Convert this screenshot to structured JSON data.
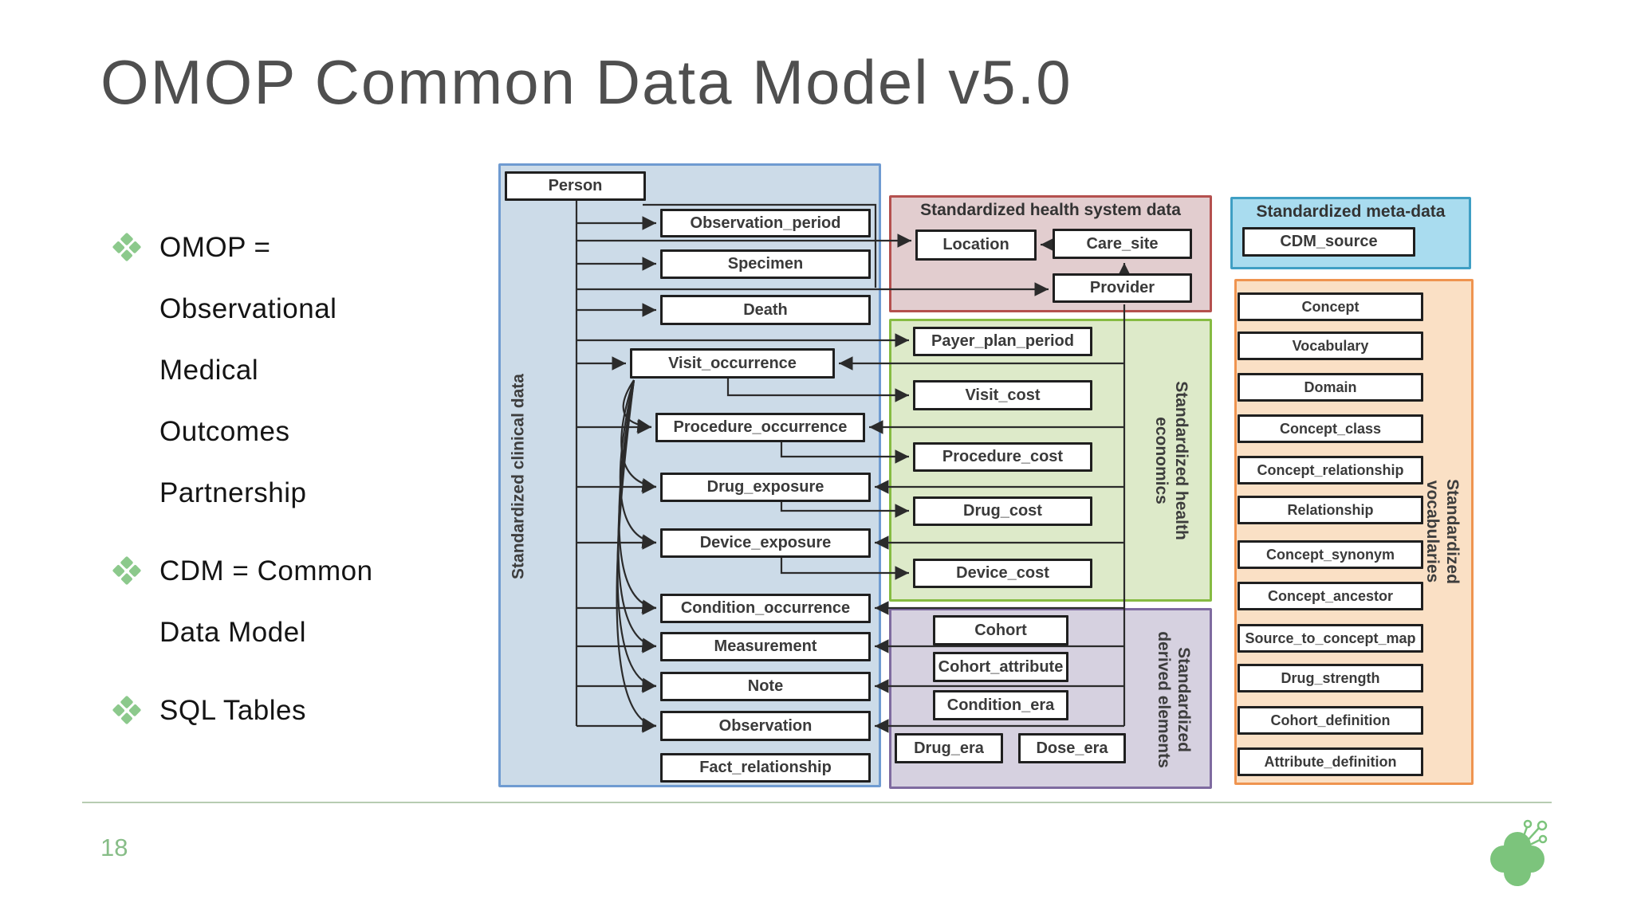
{
  "slide": {
    "title": "OMOP Common Data Model v5.0",
    "page_number": "18",
    "bullets": [
      {
        "lines": [
          "OMOP =",
          "Observational",
          "Medical",
          "Outcomes",
          "Partnership"
        ]
      },
      {
        "lines": [
          "CDM = Common",
          "Data Model"
        ]
      },
      {
        "lines": [
          "SQL Tables"
        ]
      }
    ],
    "accent_green": "#8cc98c",
    "separator_color": "#b7ccb2",
    "logo": "green-clover-network-logo"
  },
  "diagram": {
    "line_color": "#2b2b2b",
    "panels": [
      {
        "id": "clinical",
        "title": "Standardized clinical data",
        "fill": "#ccdbe8",
        "border": "#6f9bd1",
        "boxes": [
          {
            "id": "person",
            "label": "Person"
          },
          {
            "id": "observation_period",
            "label": "Observation_period"
          },
          {
            "id": "specimen",
            "label": "Specimen"
          },
          {
            "id": "death",
            "label": "Death"
          },
          {
            "id": "visit_occurrence",
            "label": "Visit_occurrence"
          },
          {
            "id": "procedure_occurrence",
            "label": "Procedure_occurrence"
          },
          {
            "id": "drug_exposure",
            "label": "Drug_exposure"
          },
          {
            "id": "device_exposure",
            "label": "Device_exposure"
          },
          {
            "id": "condition_occurrence",
            "label": "Condition_occurrence"
          },
          {
            "id": "measurement",
            "label": "Measurement"
          },
          {
            "id": "note",
            "label": "Note"
          },
          {
            "id": "observation",
            "label": "Observation"
          },
          {
            "id": "fact_relationship",
            "label": "Fact_relationship"
          }
        ]
      },
      {
        "id": "system",
        "title": "Standardized health system data",
        "fill": "#e2cdcf",
        "border": "#b4504e",
        "boxes": [
          {
            "id": "location",
            "label": "Location"
          },
          {
            "id": "care_site",
            "label": "Care_site"
          },
          {
            "id": "provider",
            "label": "Provider"
          }
        ]
      },
      {
        "id": "economics",
        "title": "Standardized health\neconomics",
        "fill": "#ddeac9",
        "border": "#86bb42",
        "boxes": [
          {
            "id": "payer_plan_period",
            "label": "Payer_plan_period"
          },
          {
            "id": "visit_cost",
            "label": "Visit_cost"
          },
          {
            "id": "procedure_cost",
            "label": "Procedure_cost"
          },
          {
            "id": "drug_cost",
            "label": "Drug_cost"
          },
          {
            "id": "device_cost",
            "label": "Device_cost"
          }
        ]
      },
      {
        "id": "derived",
        "title": "Standardized\nderived elements",
        "fill": "#d6d1e0",
        "border": "#7f6ba0",
        "boxes": [
          {
            "id": "cohort",
            "label": "Cohort"
          },
          {
            "id": "cohort_attribute",
            "label": "Cohort_attribute"
          },
          {
            "id": "condition_era",
            "label": "Condition_era"
          },
          {
            "id": "drug_era",
            "label": "Drug_era"
          },
          {
            "id": "dose_era",
            "label": "Dose_era"
          }
        ]
      },
      {
        "id": "meta",
        "title": "Standardized meta-data",
        "fill": "#a9dcef",
        "border": "#3f9fc4",
        "boxes": [
          {
            "id": "cdm_source",
            "label": "CDM_source"
          }
        ]
      },
      {
        "id": "vocab",
        "title": "Standardized vocabularies",
        "fill": "#fae0c5",
        "border": "#ef9450",
        "boxes": [
          {
            "id": "concept",
            "label": "Concept"
          },
          {
            "id": "vocabulary",
            "label": "Vocabulary"
          },
          {
            "id": "domain",
            "label": "Domain"
          },
          {
            "id": "concept_class",
            "label": "Concept_class"
          },
          {
            "id": "concept_relationship",
            "label": "Concept_relationship"
          },
          {
            "id": "relationship",
            "label": "Relationship"
          },
          {
            "id": "concept_synonym",
            "label": "Concept_synonym"
          },
          {
            "id": "concept_ancestor",
            "label": "Concept_ancestor"
          },
          {
            "id": "source_to_concept_map",
            "label": "Source_to_concept_map"
          },
          {
            "id": "drug_strength",
            "label": "Drug_strength"
          },
          {
            "id": "cohort_definition",
            "label": "Cohort_definition"
          },
          {
            "id": "attribute_definition",
            "label": "Attribute_definition"
          }
        ]
      }
    ]
  }
}
